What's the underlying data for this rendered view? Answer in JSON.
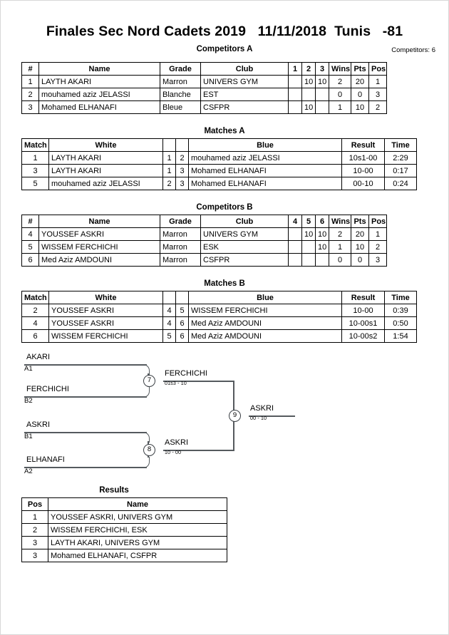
{
  "header": {
    "title": "Finales Sec Nord Cadets 2019   11/11/2018  Tunis   -81",
    "competitors_label": "Competitors A",
    "competitors_count": "Competitors: 6"
  },
  "competitors_a": {
    "caption": "Competitors A",
    "columns": [
      "#",
      "Name",
      "Grade",
      "Club",
      "1",
      "2",
      "3",
      "Wins",
      "Pts",
      "Pos"
    ],
    "rows": [
      {
        "num": "1",
        "name": "LAYTH AKARI",
        "grade": "Marron",
        "club": "UNIVERS GYM",
        "m1": "",
        "m2": "10",
        "m3": "10",
        "wins": "2",
        "pts": "20",
        "pos": "1"
      },
      {
        "num": "2",
        "name": "mouhamed aziz JELASSI",
        "grade": "Blanche",
        "club": "EST",
        "m1": "",
        "m2": "",
        "m3": "",
        "wins": "0",
        "pts": "0",
        "pos": "3"
      },
      {
        "num": "3",
        "name": "Mohamed ELHANAFI",
        "grade": "Bleue",
        "club": "CSFPR",
        "m1": "",
        "m2": "10",
        "m3": "",
        "wins": "1",
        "pts": "10",
        "pos": "2"
      }
    ]
  },
  "matches_a": {
    "caption": "Matches A",
    "columns": [
      "Match",
      "White",
      "",
      "",
      "Blue",
      "Result",
      "Time"
    ],
    "rows": [
      {
        "match": "1",
        "white": "LAYTH AKARI",
        "wnum": "1",
        "bnum": "2",
        "blue": "mouhamed aziz JELASSI",
        "result": "10s1-00",
        "time": "2:29"
      },
      {
        "match": "3",
        "white": "LAYTH AKARI",
        "wnum": "1",
        "bnum": "3",
        "blue": "Mohamed ELHANAFI",
        "result": "10-00",
        "time": "0:17"
      },
      {
        "match": "5",
        "white": "mouhamed aziz JELASSI",
        "wnum": "2",
        "bnum": "3",
        "blue": "Mohamed ELHANAFI",
        "result": "00-10",
        "time": "0:24"
      }
    ]
  },
  "competitors_b": {
    "caption": "Competitors B",
    "columns": [
      "#",
      "Name",
      "Grade",
      "Club",
      "4",
      "5",
      "6",
      "Wins",
      "Pts",
      "Pos"
    ],
    "rows": [
      {
        "num": "4",
        "name": "YOUSSEF ASKRI",
        "grade": "Marron",
        "club": "UNIVERS GYM",
        "m1": "",
        "m2": "10",
        "m3": "10",
        "wins": "2",
        "pts": "20",
        "pos": "1"
      },
      {
        "num": "5",
        "name": "WISSEM FERCHICHI",
        "grade": "Marron",
        "club": "ESK",
        "m1": "",
        "m2": "",
        "m3": "10",
        "wins": "1",
        "pts": "10",
        "pos": "2"
      },
      {
        "num": "6",
        "name": "Med Aziz AMDOUNI",
        "grade": "Marron",
        "club": "CSFPR",
        "m1": "",
        "m2": "",
        "m3": "",
        "wins": "0",
        "pts": "0",
        "pos": "3"
      }
    ]
  },
  "matches_b": {
    "caption": "Matches B",
    "columns": [
      "Match",
      "White",
      "",
      "",
      "Blue",
      "Result",
      "Time"
    ],
    "rows": [
      {
        "match": "2",
        "white": "YOUSSEF ASKRI",
        "wnum": "4",
        "bnum": "5",
        "blue": "WISSEM FERCHICHI",
        "result": "10-00",
        "time": "0:39"
      },
      {
        "match": "4",
        "white": "YOUSSEF ASKRI",
        "wnum": "4",
        "bnum": "6",
        "blue": "Med Aziz AMDOUNI",
        "result": "10-00s1",
        "time": "0:50"
      },
      {
        "match": "6",
        "white": "WISSEM FERCHICHI",
        "wnum": "5",
        "bnum": "6",
        "blue": "Med Aziz AMDOUNI",
        "result": "10-00s2",
        "time": "1:54"
      }
    ]
  },
  "bracket": {
    "entries": [
      {
        "name": "AKARI",
        "seed": "A1"
      },
      {
        "name": "FERCHICHI",
        "seed": "B2"
      },
      {
        "name": "ASKRI",
        "seed": "B1"
      },
      {
        "name": "ELHANAFI",
        "seed": "A2"
      }
    ],
    "nodes": [
      {
        "number": "7",
        "winner": "FERCHICHI",
        "score": "01s3 - 10"
      },
      {
        "number": "8",
        "winner": "ASKRI",
        "score": "10 - 00"
      },
      {
        "number": "9",
        "winner": "ASKRI",
        "score": "00 - 10"
      }
    ]
  },
  "results": {
    "caption": "Results",
    "columns": [
      "Pos",
      "Name"
    ],
    "rows": [
      {
        "pos": "1",
        "name": "YOUSSEF ASKRI, UNIVERS GYM"
      },
      {
        "pos": "2",
        "name": "WISSEM FERCHICHI, ESK"
      },
      {
        "pos": "3",
        "name": "LAYTH AKARI, UNIVERS GYM"
      },
      {
        "pos": "3",
        "name": "Mohamed ELHANAFI, CSFPR"
      }
    ]
  }
}
